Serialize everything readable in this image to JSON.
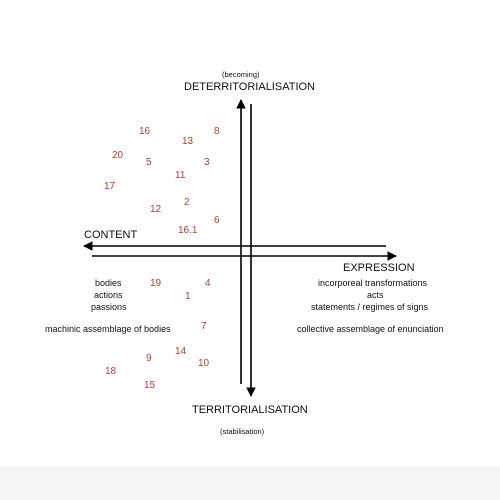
{
  "colors": {
    "axis": "#000000",
    "text": "#111111",
    "number": "#c0392b"
  },
  "axes": {
    "top_small": "(becoming)",
    "top": "DETERRITORIALISATION",
    "bottom": "TERRITORIALISATION",
    "bottom_small": "(stabilisation)",
    "left": "CONTENT",
    "right": "EXPRESSION"
  },
  "content_side": {
    "terms": [
      "bodies",
      "actions",
      "passions"
    ],
    "assemblage": "machinic assemblage of bodies"
  },
  "expression_side": {
    "terms": [
      "incorporeal transformations",
      "acts",
      "statements / regimes of signs"
    ],
    "assemblage": "collective assemblage of enunciation"
  },
  "numbers": [
    "16",
    "8",
    "13",
    "20",
    "5",
    "3",
    "11",
    "17",
    "2",
    "12",
    "6",
    "16.1",
    "19",
    "4",
    "1",
    "7",
    "14",
    "9",
    "10",
    "18",
    "15"
  ]
}
